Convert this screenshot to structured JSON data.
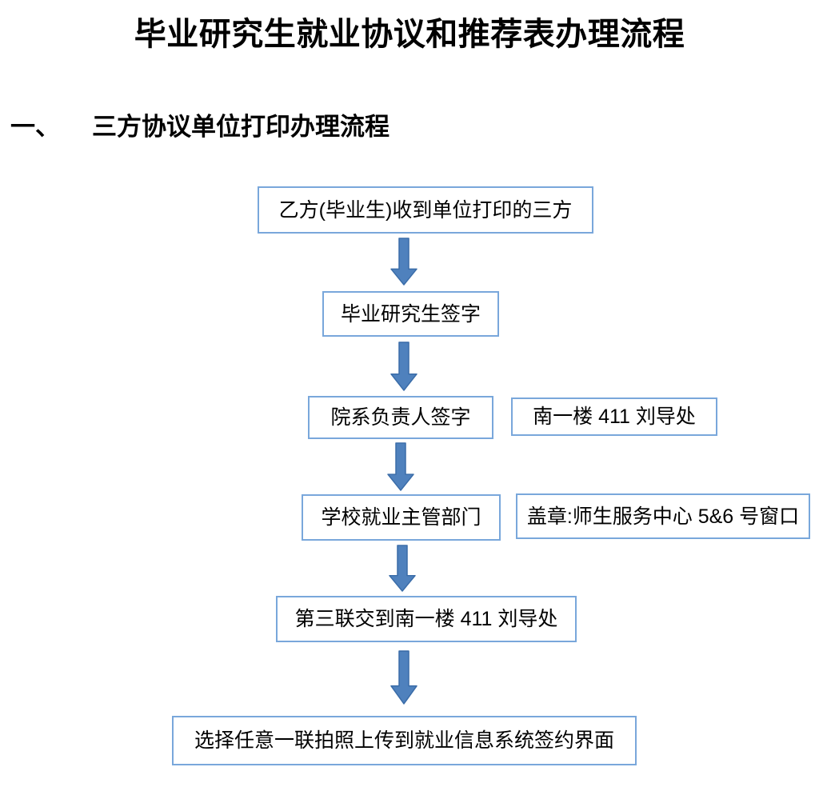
{
  "page": {
    "title": "毕业研究生就业协议和推荐表办理流程",
    "section_number": "一、",
    "section_title": "三方协议单位打印办理流程"
  },
  "flowchart": {
    "steps": [
      {
        "label": "乙方(毕业生)收到单位打印的三方"
      },
      {
        "label": "毕业研究生签字"
      },
      {
        "label": "院系负责人签字",
        "note": "南一楼 411 刘导处"
      },
      {
        "label": "学校就业主管部门",
        "note": "盖章:师生服务中心 5&6 号窗口"
      },
      {
        "label": "第三联交到南一楼 411 刘导处"
      },
      {
        "label": "选择任意一联拍照上传到就业信息系统签约界面"
      }
    ]
  },
  "colors": {
    "box_border": "#79a7db",
    "arrow_fill": "#4f81bd",
    "arrow_border": "#3a6ca8",
    "text": "#000000",
    "background": "#ffffff"
  }
}
